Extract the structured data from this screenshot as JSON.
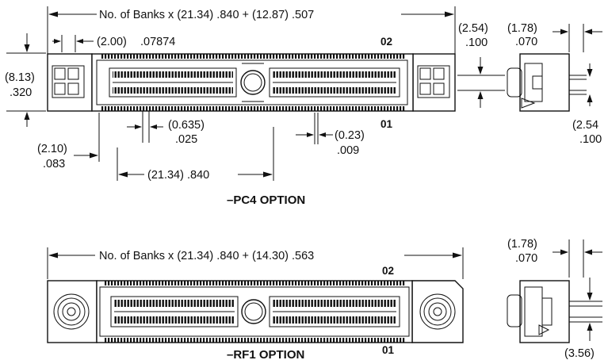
{
  "pc4": {
    "overall_dim": "No. of Banks x (21.34) .840 + (12.87) .507",
    "pitch_mm": "(2.00)",
    "pitch_in": ".07874",
    "height_mm": "(8.13)",
    "height_in": ".320",
    "pin02": "02",
    "pin01": "01",
    "lead_mm": "(0.635)",
    "lead_in": ".025",
    "tail_mm": "(0.23)",
    "tail_in": ".009",
    "edge_mm": "(2.10)",
    "edge_in": ".083",
    "bank_dim": "(21.34) .840",
    "side_top_mm": "(2.54)",
    "side_top_in": ".100",
    "side_w_mm": "(1.78)",
    "side_w_in": ".070",
    "side_bot_mm": "(2.54",
    "side_bot_in": ".100",
    "label": "–PC4 OPTION"
  },
  "rf1": {
    "overall_dim": "No. of Banks x (21.34) .840 + (14.30) .563",
    "pin02": "02",
    "pin01": "01",
    "side_w_mm": "(1.78)",
    "side_w_in": ".070",
    "side_bot_mm": "(3.56)",
    "label": "–RF1 OPTION"
  }
}
